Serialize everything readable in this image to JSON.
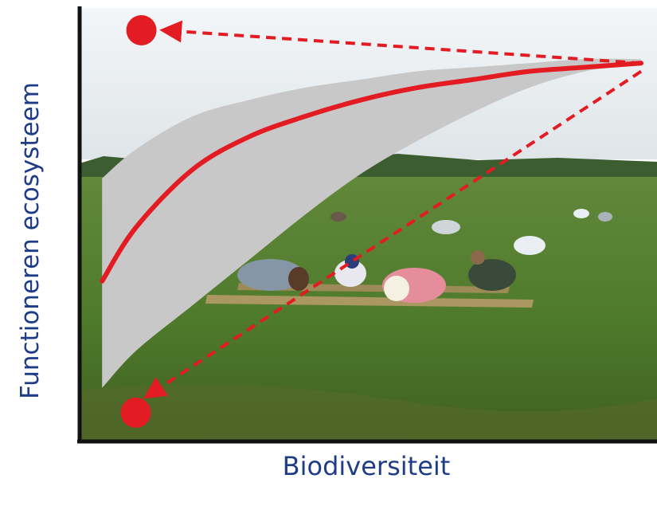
{
  "chart_data": {
    "type": "line",
    "xlabel": "Biodiversiteit",
    "ylabel": "Functioneren ecosysteem",
    "xlim": [
      0,
      1
    ],
    "ylim": [
      0,
      1
    ],
    "grid": false,
    "series": [
      {
        "role": "mean-curve",
        "x": [
          0.04,
          0.1,
          0.2,
          0.3,
          0.4,
          0.5,
          0.6,
          0.7,
          0.8,
          0.9,
          1.0
        ],
        "y": [
          0.39,
          0.52,
          0.66,
          0.74,
          0.79,
          0.83,
          0.86,
          0.88,
          0.9,
          0.91,
          0.92
        ]
      }
    ],
    "band": {
      "x": [
        0.04,
        0.1,
        0.2,
        0.3,
        0.4,
        0.5,
        0.6,
        0.7,
        0.8,
        0.9,
        1.0
      ],
      "upper": [
        0.64,
        0.71,
        0.79,
        0.83,
        0.86,
        0.88,
        0.9,
        0.91,
        0.92,
        0.93,
        0.93
      ],
      "lower": [
        0.13,
        0.22,
        0.33,
        0.44,
        0.55,
        0.65,
        0.73,
        0.8,
        0.86,
        0.9,
        0.92
      ]
    },
    "annotations": [
      {
        "kind": "point",
        "name": "high-functioning-outcome",
        "x": 0.11,
        "y": 1.0
      },
      {
        "kind": "point",
        "name": "low-functioning-outcome",
        "x": 0.1,
        "y": 0.07
      },
      {
        "kind": "arrow",
        "from": [
          1.0,
          0.92
        ],
        "to": [
          0.15,
          1.0
        ]
      },
      {
        "kind": "arrow",
        "from": [
          1.0,
          0.9
        ],
        "to": [
          0.12,
          0.11
        ]
      }
    ],
    "colors": {
      "curve": "#e31b23",
      "band": "#c8c8c8",
      "axis": "#111111",
      "label": "#1f3d86",
      "photo_sky": "#e7ebef",
      "photo_field": "#4f7d2f"
    },
    "background": "field-photo"
  }
}
